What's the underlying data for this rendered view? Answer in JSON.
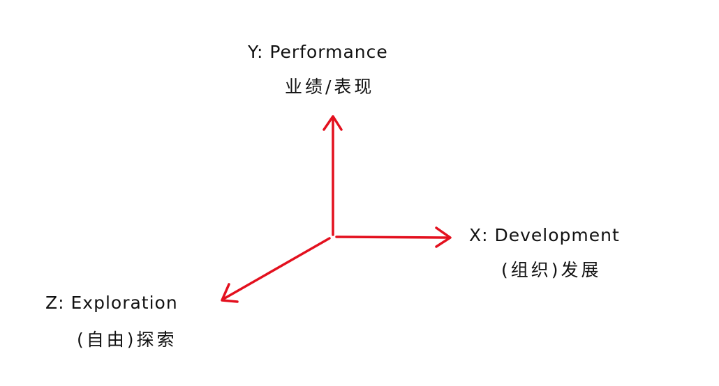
{
  "axes": {
    "y": {
      "label": "Y: Performance",
      "label_zh": "业绩/表现"
    },
    "x": {
      "label": "X: Development",
      "label_zh": "(组织)发展"
    },
    "z": {
      "label": "Z: Exploration",
      "label_zh": "(自由)探索"
    }
  },
  "colors": {
    "arrow": "#e3101e",
    "text": "#111111"
  }
}
